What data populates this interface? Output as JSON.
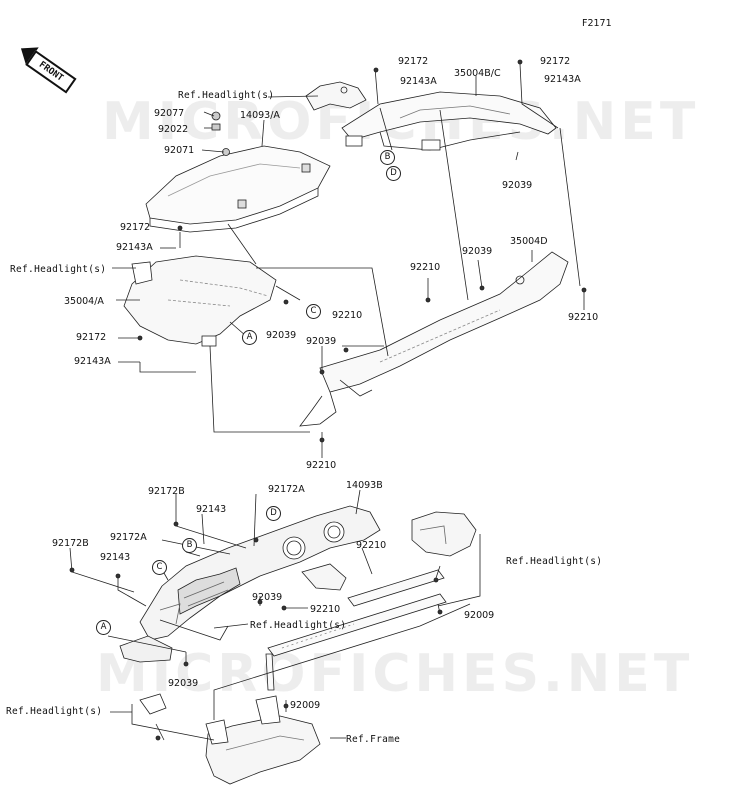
{
  "figure_code": "F2171",
  "front_label": "FRONT",
  "watermark_text": "MICROFICHES.NET",
  "circle_labels": {
    "A": "A",
    "B": "B",
    "C": "C",
    "D": "D"
  },
  "labels": {
    "p92172_top1": "92172",
    "p92143A_top1": "92143A",
    "p35004BC": "35004B/C",
    "p92172_top2": "92172",
    "p92143A_top2": "92143A",
    "ref_headlight_1": "Ref.Headlight(s)",
    "p92077": "92077",
    "p14093A": "14093/A",
    "p92022": "92022",
    "p92071": "92071",
    "p92039_1": "92039",
    "p92172_mid": "92172",
    "p92143A_mid": "92143A",
    "ref_headlight_2": "Ref.Headlight(s)",
    "p35004A": "35004/A",
    "p92172_low": "92172",
    "p92143A_low": "92143A",
    "p92210_1": "92210",
    "p92039_2": "92039",
    "p35004D": "35004D",
    "p92210_2": "92210",
    "p92039_3": "92039",
    "p92210_3": "92210",
    "p92039_4": "92039",
    "p92210_4": "92210",
    "p92172B_1": "92172B",
    "p92172A_1": "92172A",
    "p14093B": "14093B",
    "p92143_1": "92143",
    "p92172A_2": "92172A",
    "p92210_5": "92210",
    "p92172B_2": "92172B",
    "p92143_2": "92143",
    "ref_headlight_3": "Ref.Headlight(s)",
    "p92039_5": "92039",
    "p92210_6": "92210",
    "p92009_1": "92009",
    "ref_headlight_4": "Ref.Headlight(s)",
    "p92039_6": "92039",
    "ref_headlight_5": "Ref.Headlight(s)",
    "p92009_2": "92009",
    "ref_frame": "Ref.Frame"
  }
}
